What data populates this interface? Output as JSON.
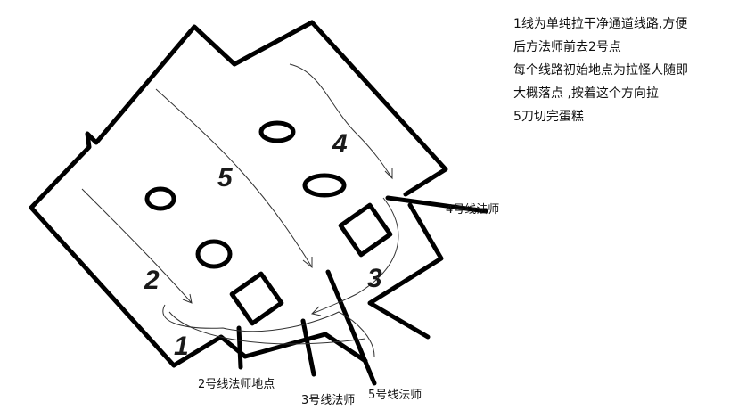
{
  "notes": [
    "1线为单纯拉干净通道线路,方便",
    "后方法师前去2号点",
    "每个线路初始地点为拉怪人随即",
    "大概落点 ,按着这个方向拉",
    "5刀切完蛋糕"
  ],
  "route_numbers": {
    "r1": "1",
    "r2": "2",
    "r3": "3",
    "r4": "4",
    "r5": "5"
  },
  "labels": {
    "mage4": "4号线法师",
    "mage2": "2号线法师地点",
    "mage3": "3号线法师",
    "mage5": "5号线法师"
  },
  "colors": {
    "stroke": "#000000",
    "background": "#ffffff"
  }
}
